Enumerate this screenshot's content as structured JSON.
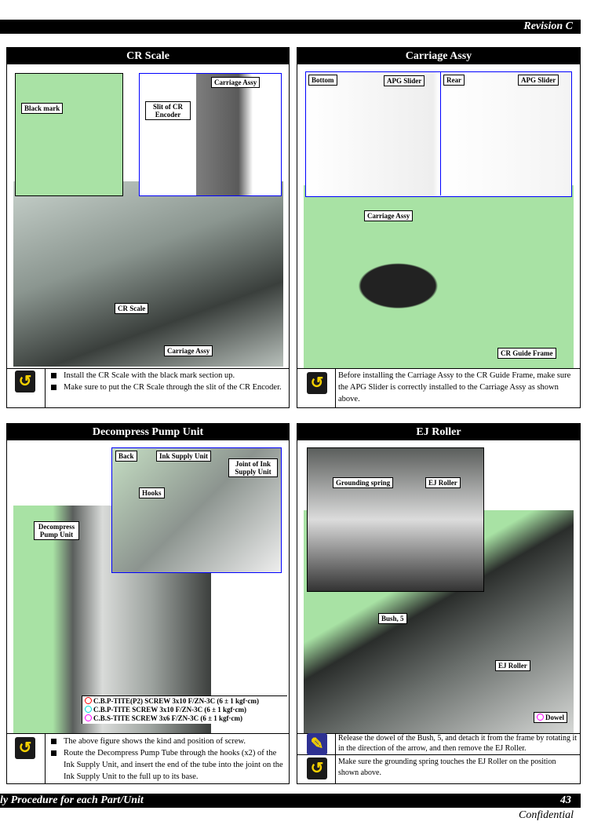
{
  "header": {
    "revision": "Revision C"
  },
  "footer": {
    "section": "ly Procedure for each Part/Unit",
    "page": "43",
    "confidential": "Confidential"
  },
  "colors": {
    "screw_red": "#ff0000",
    "screw_cyan": "#00e0e0",
    "screw_magenta": "#ff00ff",
    "photo_green": "#a8e0a0",
    "inset_border": "#0000ff"
  },
  "panels": {
    "cr_scale": {
      "title": "CR Scale",
      "labels": {
        "black_mark": "Black mark",
        "slit": "Slit of CR Encoder",
        "carriage_top": "Carriage Assy",
        "cr_scale": "CR Scale",
        "carriage_bottom": "Carriage Assy"
      },
      "icon": "reassembly-arrow-icon",
      "notes": [
        "Install the CR Scale with the black mark section up.",
        "Make sure to put the CR Scale through the slit of the CR Encoder."
      ]
    },
    "carriage_assy": {
      "title": "Carriage Assy",
      "labels": {
        "bottom": "Bottom",
        "apg1": "APG Slider",
        "rear": "Rear",
        "apg2": "APG Slider",
        "carriage": "Carriage Assy",
        "guide": "CR Guide Frame"
      },
      "icon": "reassembly-arrow-icon",
      "note": "Before installing the Carriage Assy to the CR Guide Frame, make sure the APG Slider is correctly installed to the Carriage Assy as shown above."
    },
    "pump": {
      "title": "Decompress Pump Unit",
      "labels": {
        "back": "Back",
        "ink_supply": "Ink Supply Unit",
        "joint": "Joint of Ink Supply Unit",
        "hooks": "Hooks",
        "pump": "Decompress Pump Unit"
      },
      "screws": [
        "C.B.P-TITE(P2) SCREW 3x10 F/ZN-3C (6 ± 1 kgf·cm)",
        "C.B.P-TITE SCREW 3x10 F/ZN-3C (6 ± 1 kgf·cm)",
        "C.B.S-TITE SCREW 3x6 F/ZN-3C (6 ± 1 kgf·cm)"
      ],
      "icon": "reassembly-arrow-icon",
      "notes": [
        "The above figure shows the kind and position of screw.",
        "Route the Decompress Pump Tube through the hooks (x2) of the Ink Supply Unit, and insert the end of the tube into the joint on the Ink Supply Unit to the full up to its base."
      ]
    },
    "ej_roller": {
      "title": "EJ Roller",
      "labels": {
        "grounding": "Grounding spring",
        "ej1": "EJ Roller",
        "bush": "Bush, 5",
        "ej2": "EJ Roller",
        "dowel": "Dowel"
      },
      "icon1": "brush-icon",
      "note1": "Release the dowel of the Bush, 5, and detach it from the frame by rotating it in the direction of the arrow, and then remove the EJ Roller.",
      "icon2": "reassembly-arrow-icon",
      "note2": "Make sure the grounding spring touches the EJ Roller on the position shown above."
    }
  }
}
